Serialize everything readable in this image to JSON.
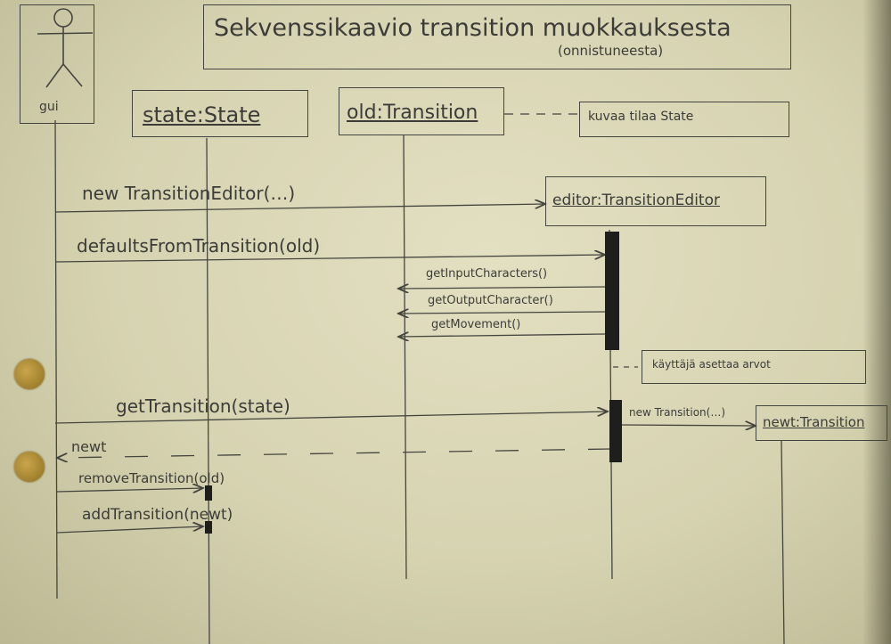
{
  "title": {
    "main": "Sekvenssikaavio transition muokkauksesta",
    "sub": "(onnistuneesta)"
  },
  "actor": {
    "label": "gui"
  },
  "participants": {
    "state": "state:State",
    "old": "old:Transition",
    "editor": "editor:TransitionEditor",
    "newt": "newt:Transition"
  },
  "notes": {
    "describes_state": "kuvaa tilaa State",
    "user_edits": "käyttäjä asettaa arvot"
  },
  "messages": {
    "new_editor": "new TransitionEditor(…)",
    "defaults_from": "defaultsFromTransition(old)",
    "get_input": "getInputCharacters()",
    "get_output": "getOutputCharacter()",
    "get_movement": "getMovement()",
    "get_transition": "getTransition(state)",
    "new_transition": "new Transition(…)",
    "return_newt": "newt",
    "remove_transition": "removeTransition(old)",
    "add_transition": "addTransition(newt)"
  }
}
